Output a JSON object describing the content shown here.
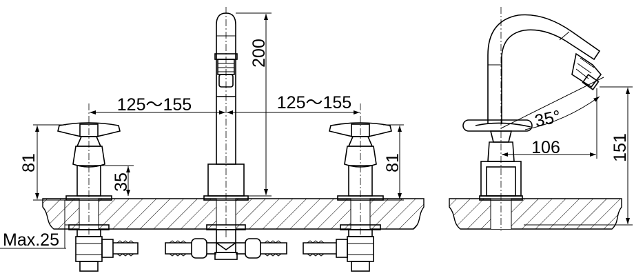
{
  "dimensions": {
    "spout_height": "200",
    "spacing_left": "125～155",
    "spacing_right": "125～155",
    "handle_height_left": "81",
    "handle_height_right": "81",
    "handle_base_height": "35",
    "deck_thickness": "Max.25",
    "side_angle": "35°",
    "side_reach": "106",
    "side_height": "151"
  }
}
